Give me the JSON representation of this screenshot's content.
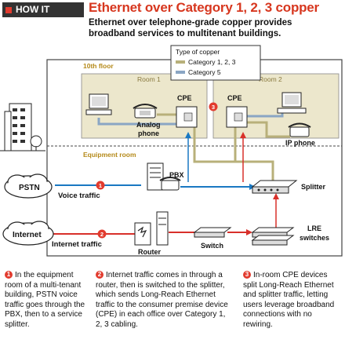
{
  "header": {
    "badge": "HOW IT WORKS",
    "title": "Ethernet over Category 1, 2, 3 copper",
    "subtitle": "Ethernet over telephone-grade copper provides broadband services to multitenant buildings."
  },
  "legend": {
    "title": "Type of copper",
    "items": [
      {
        "label": "Category 1, 2, 3",
        "color": "#b8b07a"
      },
      {
        "label": "Category 5",
        "color": "#8aa6c4"
      }
    ]
  },
  "floors": {
    "floor10": "10th floor",
    "room1": "Room 1",
    "room2": "Room 2",
    "equipment": "Equipment room"
  },
  "devices": {
    "analog_phone_1": "Analog",
    "analog_phone_2": "phone",
    "cpe1": "CPE",
    "cpe2": "CPE",
    "ip_phone": "IP phone",
    "pstn": "PSTN",
    "internet": "Internet",
    "pbx": "PBX",
    "splitter": "Splitter",
    "router": "Router",
    "switch": "Switch",
    "lre_1": "LRE",
    "lre_2": "switches"
  },
  "traffic": {
    "voice": "Voice traffic",
    "internet": "Internet traffic",
    "marker1": "1",
    "marker2": "2",
    "marker3": "3"
  },
  "notes": [
    {
      "num": "1",
      "text": "In the equipment room of a multi-tenant building, PSTN voice traffic goes through the PBX, then to a service splitter."
    },
    {
      "num": "2",
      "text": "Internet traffic comes in through a router, then is switched to the splitter, which sends Long-Reach Ethernet traffic to the consumer premise device (CPE) in each office over Category 1, 2, 3 cabling."
    },
    {
      "num": "3",
      "text": "In-room CPE devices split Long-Reach Ethernet and splitter traffic, letting users leverage broadband connections with no rewiring."
    }
  ],
  "colors": {
    "accent_red": "#e23b2e",
    "cat123": "#b8b07a",
    "cat5": "#8aa6c4",
    "voice_blue": "#1a78c2",
    "internet_red": "#d8302a",
    "room_fill": "#ece7cc"
  }
}
